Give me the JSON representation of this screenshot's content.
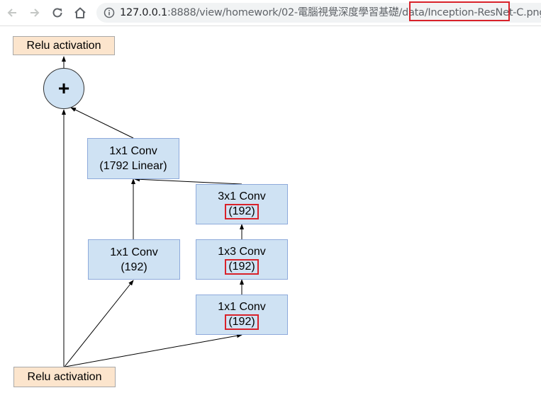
{
  "browser": {
    "url_host": "127.0.0.1",
    "url_path": ":8888/view/homework/02-電腦視覺深度學習基礎/data/Inception-ResNet-C.png"
  },
  "diagram": {
    "top_relu": "Relu activation",
    "bottom_relu": "Relu activation",
    "add_symbol": "+",
    "conv_linear": {
      "line1": "1x1 Conv",
      "line2": "(1792 Linear)"
    },
    "conv_left": {
      "line1": "1x1 Conv",
      "line2": "(192)"
    },
    "conv_3x1": {
      "line1": "3x1 Conv",
      "line2": "(192)"
    },
    "conv_1x3": {
      "line1": "1x3 Conv",
      "line2": "(192)"
    },
    "conv_1x1_right": {
      "line1": "1x1 Conv",
      "line2": "(192)"
    }
  },
  "colors": {
    "relu_fill": "#fce5cd",
    "conv_fill": "#cfe2f3",
    "highlight": "#d9222a"
  }
}
